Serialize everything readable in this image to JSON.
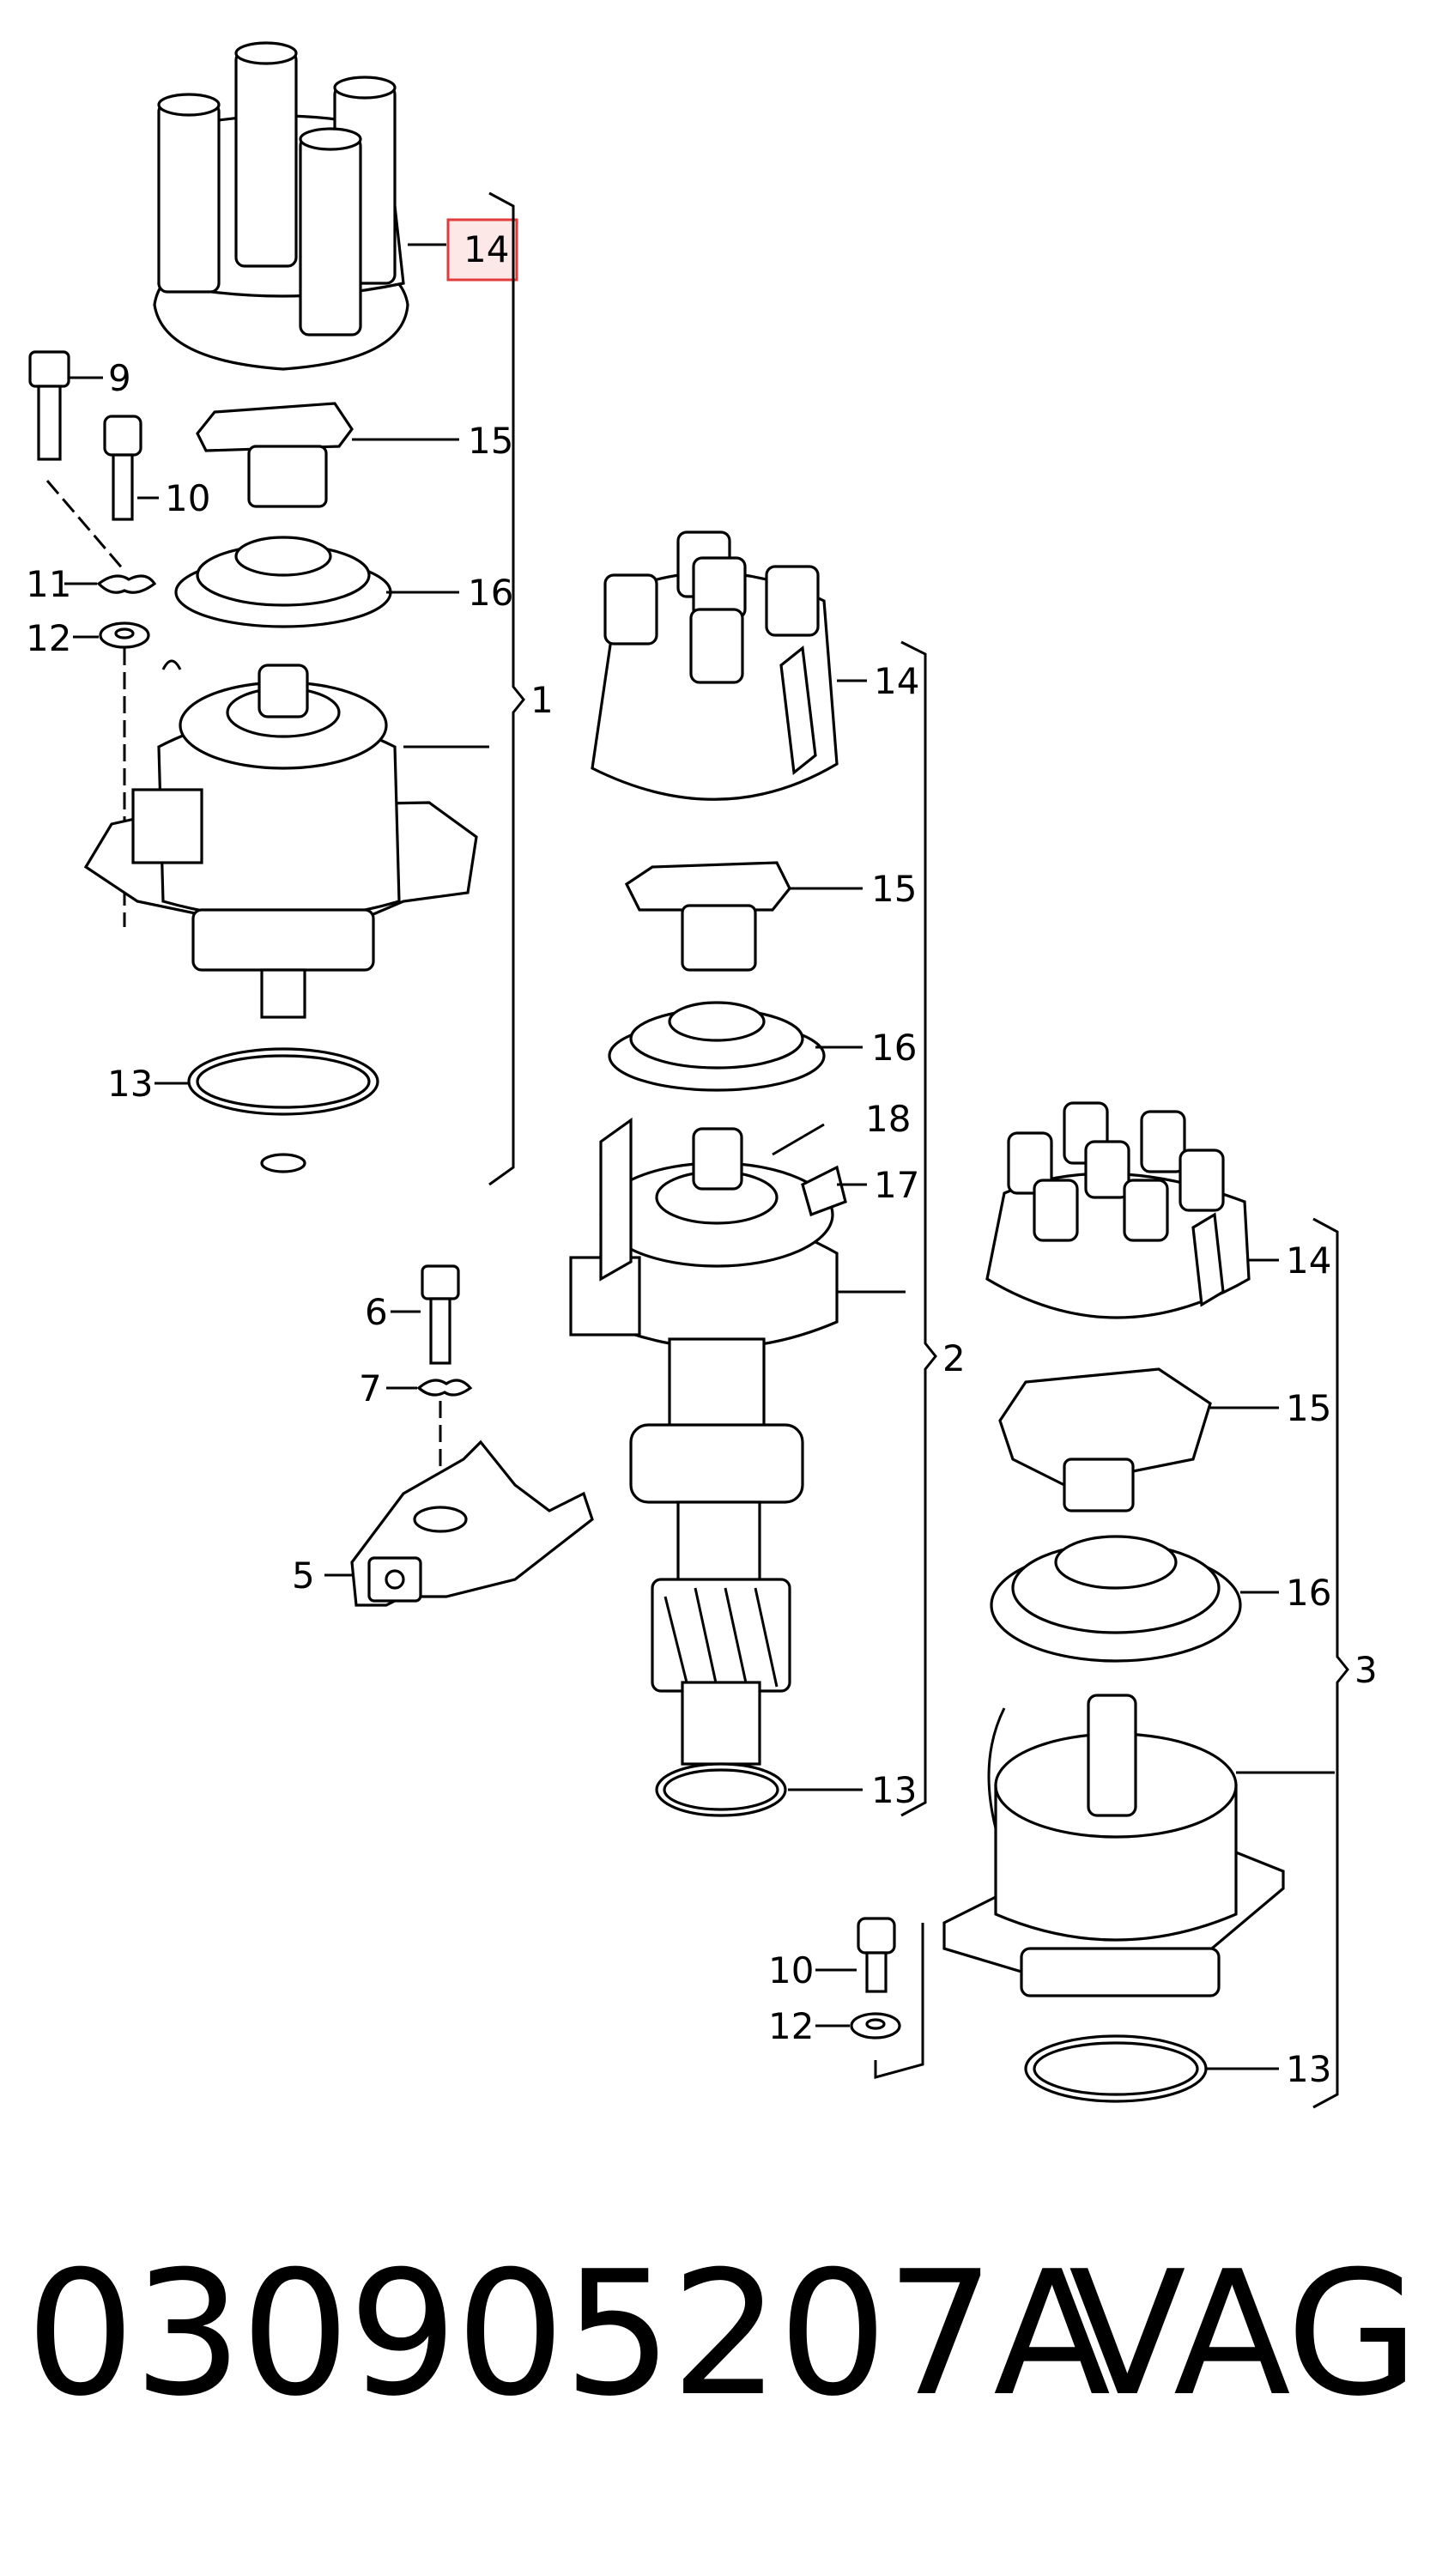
{
  "callouts": {
    "g1_14": "14",
    "g1_15": "15",
    "g1_16": "16",
    "g1_9": "9",
    "g1_10": "10",
    "g1_11": "11",
    "g1_12": "12",
    "g1_13": "13",
    "g1_group": "1",
    "g2_14": "14",
    "g2_15": "15",
    "g2_16": "16",
    "g2_18": "18",
    "g2_17": "17",
    "g2_13": "13",
    "g2_group": "2",
    "m_6": "6",
    "m_7": "7",
    "m_5": "5",
    "g3_14": "14",
    "g3_15": "15",
    "g3_16": "16",
    "g3_13": "13",
    "g3_group": "3",
    "g3_10": "10",
    "g3_12": "12"
  },
  "highlight": {
    "label": "14",
    "color": "#e23b3b"
  },
  "footer": {
    "part_number": "030905207A",
    "brand": "VAG"
  }
}
